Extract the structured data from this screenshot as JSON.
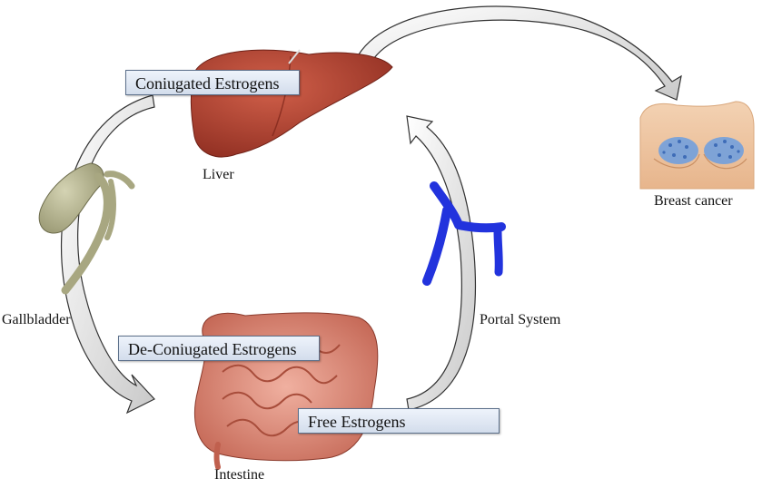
{
  "boxes": {
    "conjugated": "Coniugated Estrogens",
    "deconjugated": "De-Coniugated Estrogens",
    "free": "Free Estrogens"
  },
  "labels": {
    "liver": "Liver",
    "gallbladder": "Gallbladder",
    "intestine": "Intestine",
    "portal": "Portal System",
    "breast": "Breast cancer"
  },
  "icons": {
    "liver": "liver-icon",
    "gallbladder": "gallbladder-icon",
    "intestine": "intestine-icon",
    "portal": "portal-vein-icon",
    "breast": "breast-icon"
  },
  "colors": {
    "liver": "#b2402f",
    "gallbladder": "#b7b690",
    "intestine": "#d98a7a",
    "portal": "#2233dd",
    "breast": "#f0c7a3",
    "tumor": "#6b9ee0",
    "box_fill": "#dde6f2"
  }
}
